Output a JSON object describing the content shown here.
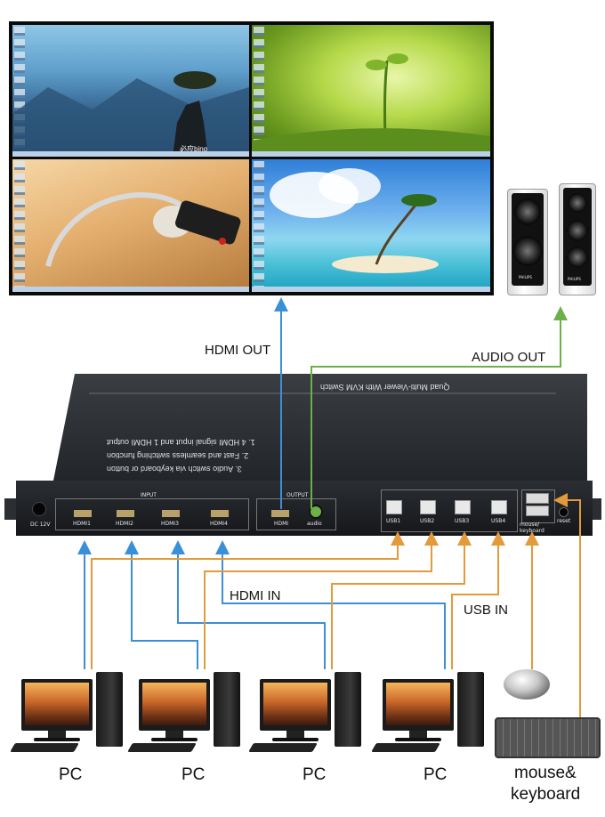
{
  "screen_text": {
    "bing_logo": "必应bing"
  },
  "box_labels": {
    "top_title": "Quad Multi-Viewer With KVM Switch",
    "feature_1": "1. 4 HDMI signal input and 1 HDMI output",
    "feature_2": "2. Fast and seamless switching function",
    "feature_3": "3. Audio switch via keyboard or button",
    "input_group": "INPUT",
    "output_group": "OUTPUT",
    "dc": "DC 12V",
    "hdmi1": "HDMI1",
    "hdmi2": "HDMI2",
    "hdmi3": "HDMI3",
    "hdmi4": "HDMI4",
    "hdmi_out": "HDMI",
    "audio": "audio",
    "usb1": "USB1",
    "usb2": "USB2",
    "usb3": "USB3",
    "usb4": "USB4",
    "mouse_keyboard": "mouse/ keyboard",
    "reset": "reset"
  },
  "speaker_brand": "PHILIPS",
  "callouts": {
    "hdmi_out": "HDMI OUT",
    "audio_out": "AUDIO OUT",
    "hdmi_in": "HDMI IN",
    "usb_in": "USB IN"
  },
  "devices": {
    "pc1": "PC",
    "pc2": "PC",
    "pc3": "PC",
    "pc4": "PC",
    "peripheral_line1": "mouse&",
    "peripheral_line2": "keyboard"
  },
  "colors": {
    "hdmi_line": "#3a8fd9",
    "usb_line": "#e39a3a",
    "audio_line": "#6cb04a"
  }
}
